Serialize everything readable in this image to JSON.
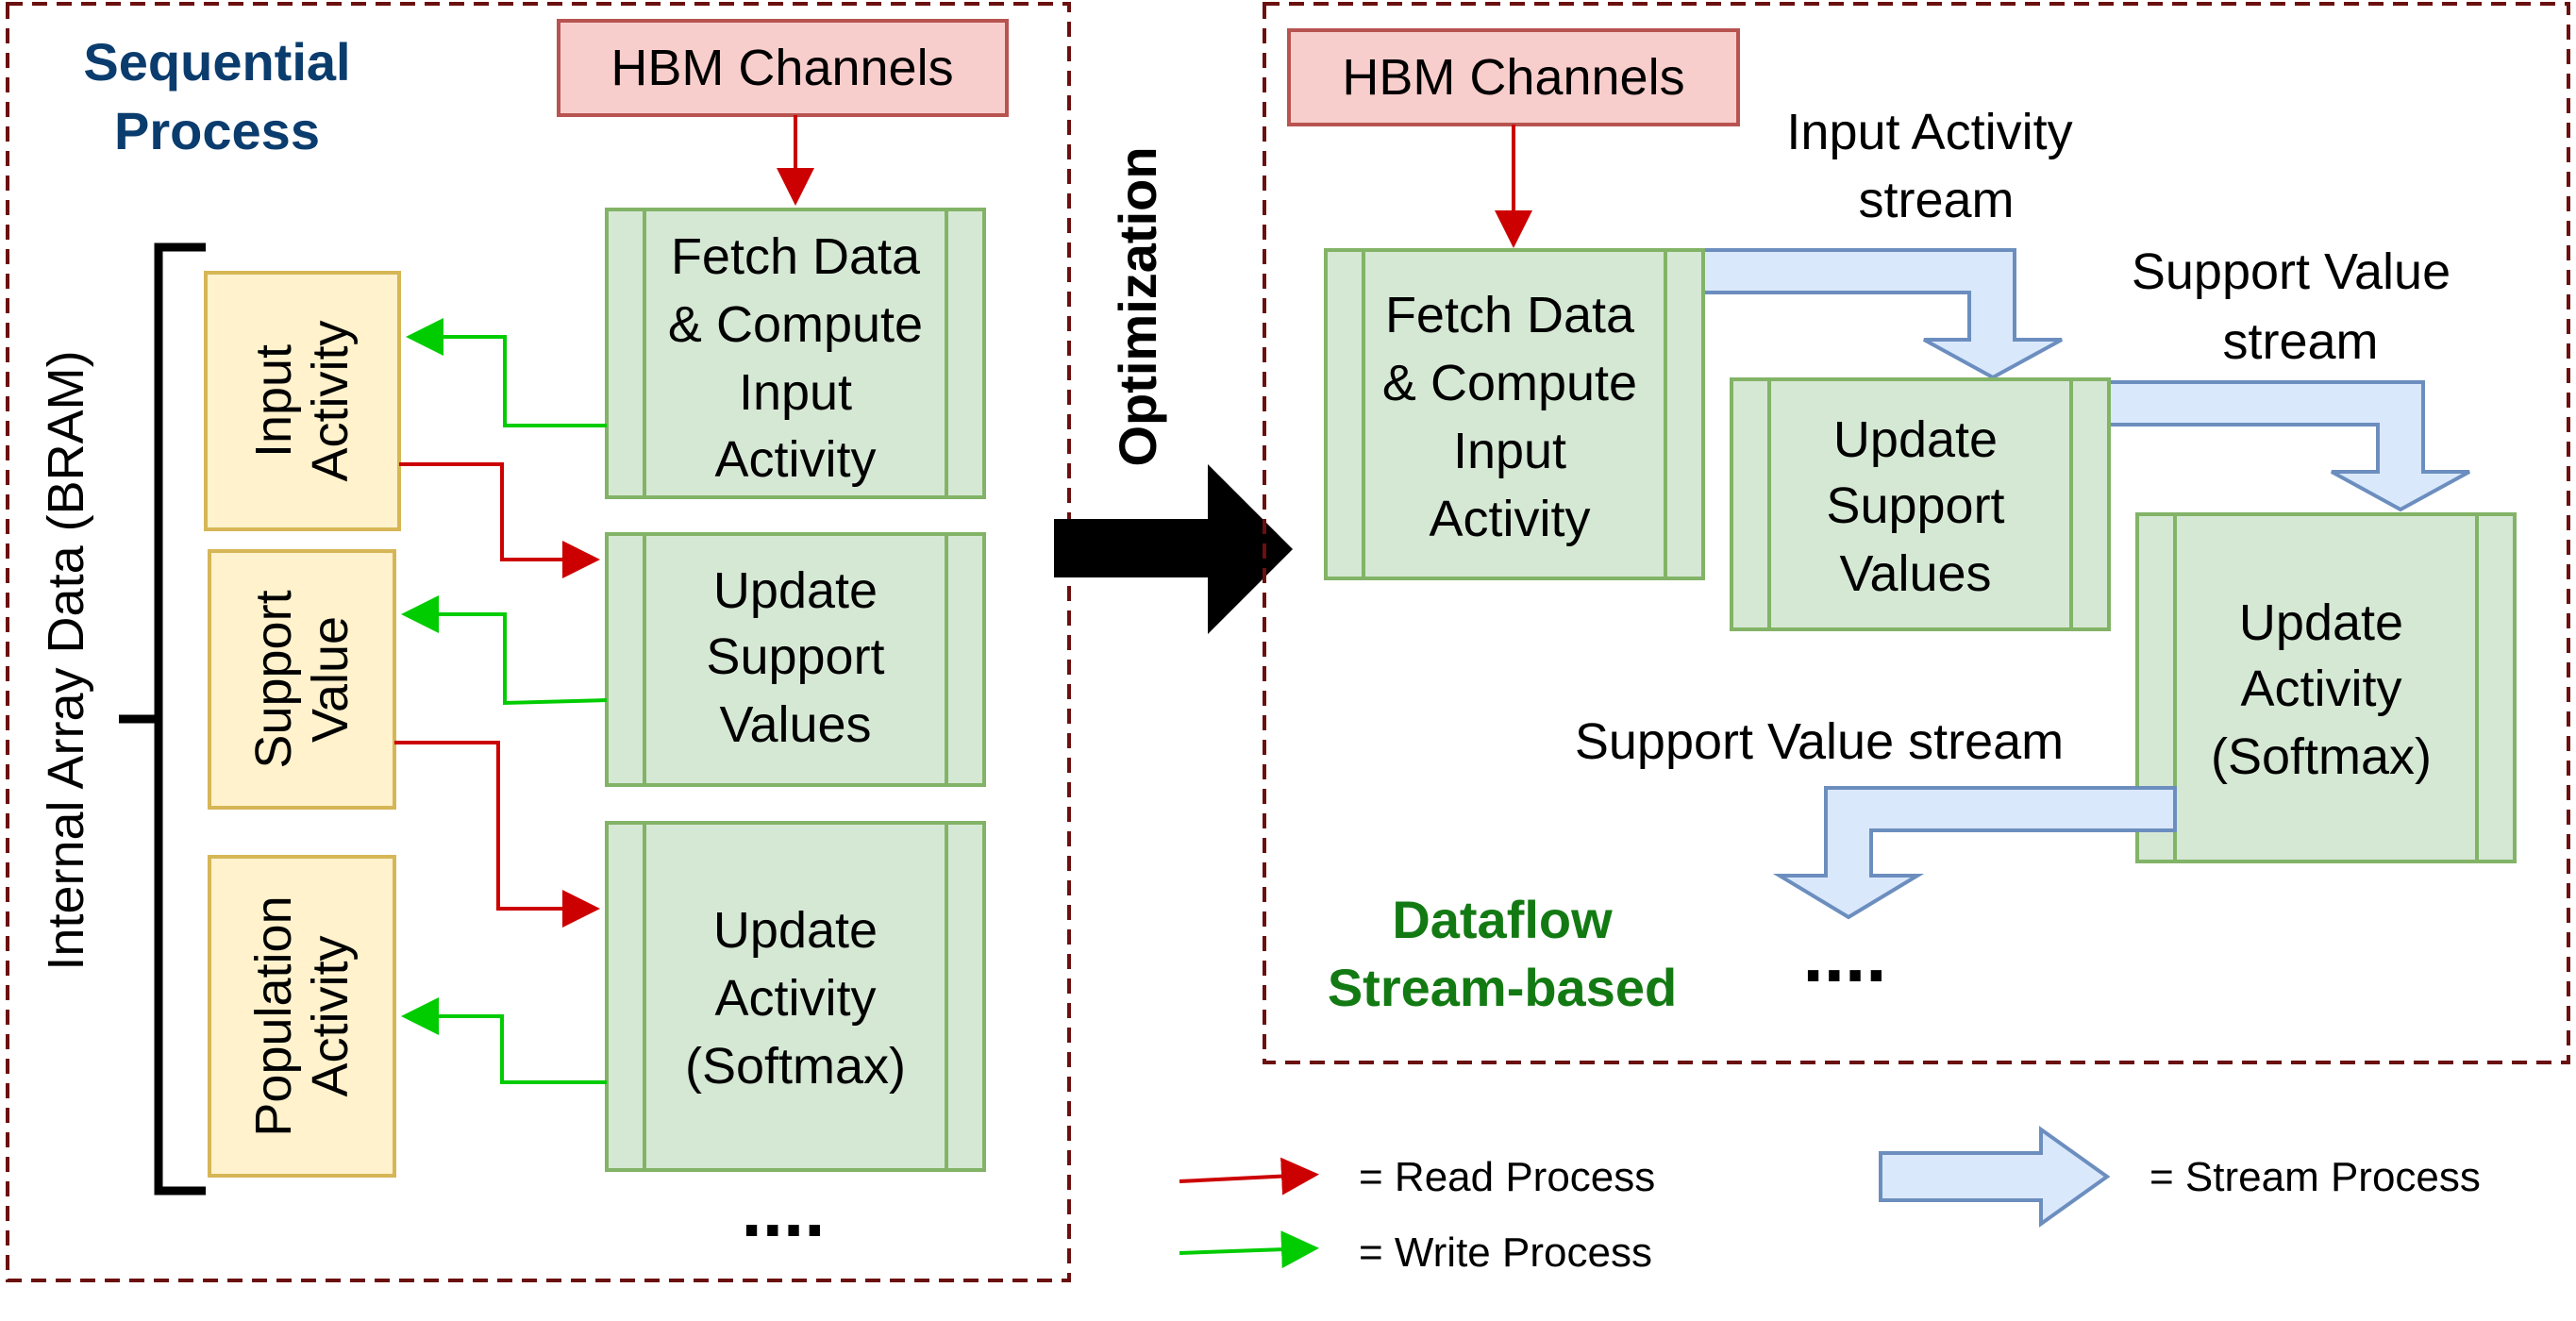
{
  "sequential": {
    "title_line1": "Sequential",
    "title_line2": "Process",
    "hbm": "HBM Channels",
    "bram_label": "Internal Array Data (BRAM)",
    "mem_input_l1": "Input",
    "mem_input_l2": "Activity",
    "mem_support_l1": "Support",
    "mem_support_l2": "Value",
    "mem_pop_l1": "Population",
    "mem_pop_l2": "Activity",
    "fetch_l1": "Fetch Data",
    "fetch_l2": "& Compute",
    "fetch_l3": "Input",
    "fetch_l4": "Activity",
    "update_support_l1": "Update",
    "update_support_l2": "Support",
    "update_support_l3": "Values",
    "update_act_l1": "Update",
    "update_act_l2": "Activity",
    "update_act_l3": "(Softmax)",
    "dots": "...."
  },
  "optimization_label": "Optimization",
  "dataflow": {
    "hbm": "HBM Channels",
    "input_stream_l1": "Input Activity",
    "input_stream_l2": "stream",
    "support_stream_l1": "Support Value",
    "support_stream_l2": "stream",
    "support_stream_out": "Support Value stream",
    "fetch_l1": "Fetch Data",
    "fetch_l2": "& Compute",
    "fetch_l3": "Input",
    "fetch_l4": "Activity",
    "update_support_l1": "Update",
    "update_support_l2": "Support",
    "update_support_l3": "Values",
    "update_act_l1": "Update",
    "update_act_l2": "Activity",
    "update_act_l3": "(Softmax)",
    "title_line1": "Dataflow",
    "title_line2": "Stream-based",
    "dots": "...."
  },
  "legend": {
    "read": "= Read Process",
    "write": "= Write Process",
    "stream": "= Stream Process"
  },
  "colors": {
    "read_arrow": "#cc0000",
    "write_arrow": "#00cc00",
    "hbm_fill": "#f8cecc",
    "hbm_stroke": "#b85450",
    "process_fill": "#d5e8d4",
    "process_stroke": "#82b366",
    "memory_fill": "#fff2cc",
    "memory_stroke": "#d6b656",
    "stream_fill": "#dae8fc",
    "stream_stroke": "#6c8ebf",
    "border_dashed": "#6b0f0f"
  }
}
